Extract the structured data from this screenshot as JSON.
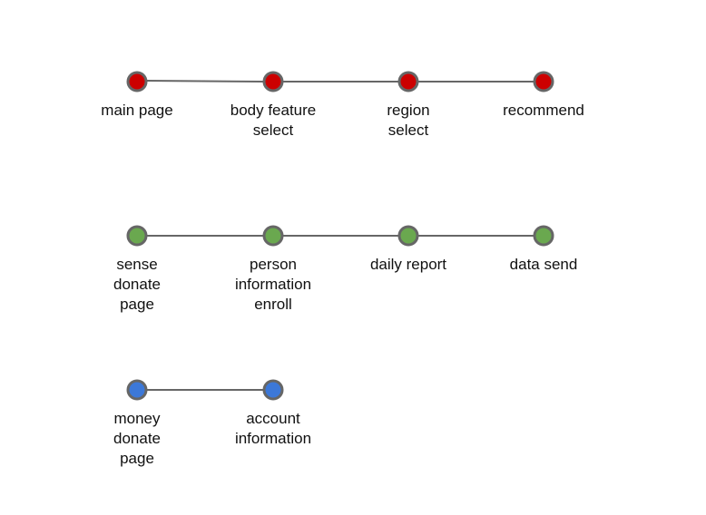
{
  "colors": {
    "node_outline": "#666666",
    "connector": "#666666",
    "red": "#cc0000",
    "green": "#6aa84f",
    "blue": "#3c78d8"
  },
  "flows": [
    {
      "id": "red-flow",
      "color": "red",
      "nodes": [
        {
          "label": "main page"
        },
        {
          "label": "body feature\nselect"
        },
        {
          "label": "region\nselect"
        },
        {
          "label": "recommend"
        }
      ]
    },
    {
      "id": "green-flow",
      "color": "green",
      "nodes": [
        {
          "label": "sense\ndonate\npage"
        },
        {
          "label": "person\ninformation\nenroll"
        },
        {
          "label": "daily report"
        },
        {
          "label": "data send"
        }
      ]
    },
    {
      "id": "blue-flow",
      "color": "blue",
      "nodes": [
        {
          "label": "money\ndonate\npage"
        },
        {
          "label": "account\ninformation"
        }
      ]
    }
  ]
}
